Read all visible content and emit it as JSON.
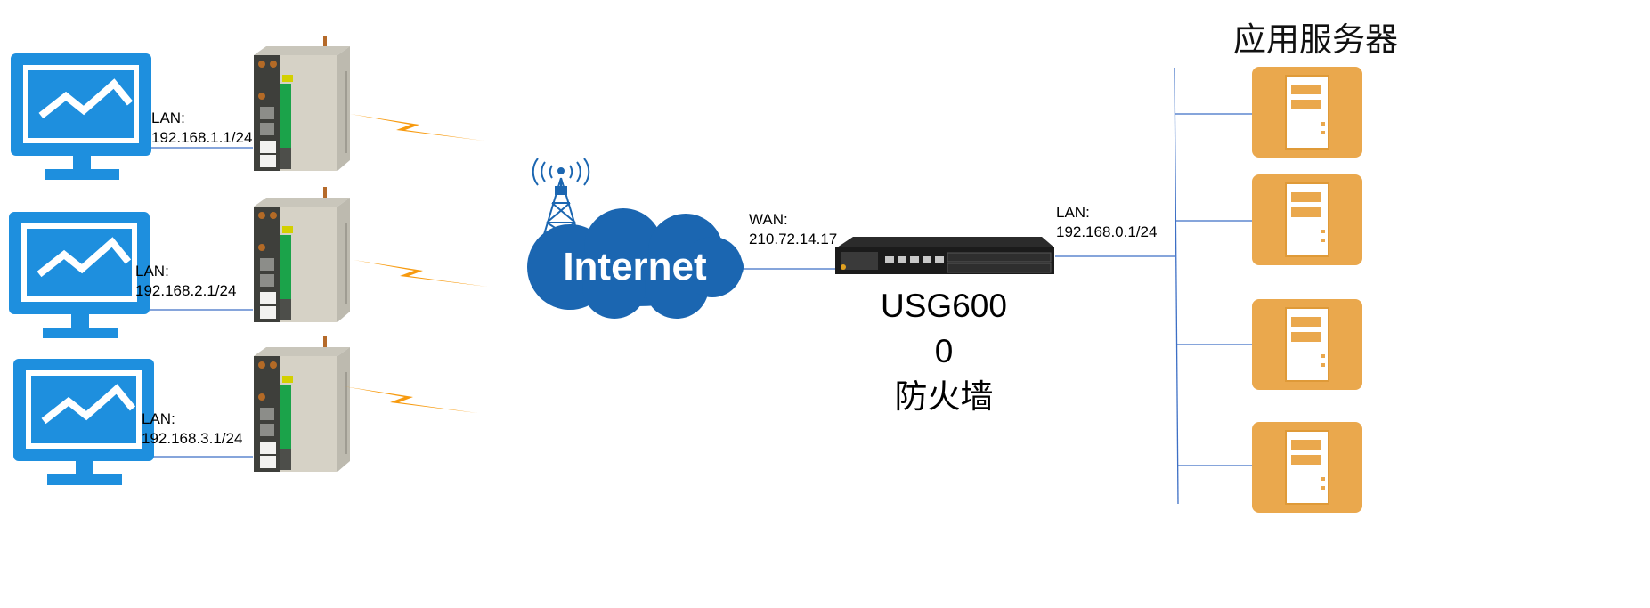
{
  "title": "应用服务器",
  "internet": {
    "label": "Internet"
  },
  "sites": [
    {
      "lan_label": "LAN:",
      "lan_ip": "192.168.1.1/24"
    },
    {
      "lan_label": "LAN:",
      "lan_ip": "192.168.2.1/24"
    },
    {
      "lan_label": "LAN:",
      "lan_ip": "192.168.3.1/24"
    }
  ],
  "firewall": {
    "wan_label": "WAN:",
    "wan_ip": "210.72.14.17",
    "lan_label": "LAN:",
    "lan_ip": "192.168.0.1/24",
    "name_line1": "USG600",
    "name_line2": "0",
    "name_line3": "防火墙"
  },
  "colors": {
    "monitor": "#1E8FDE",
    "cloud": "#1B66B1",
    "lightning": "#F79A0E",
    "server": "#EAA84D",
    "link": "#3D6FC5",
    "router_body": "#D6D2C6",
    "terminal": "#1BA34A"
  },
  "icons": {
    "terminal": "monitor-chart-icon",
    "router": "industrial-router-icon",
    "wireless": "lightning-bolt-icon",
    "tower": "radio-tower-icon",
    "server": "server-icon"
  }
}
